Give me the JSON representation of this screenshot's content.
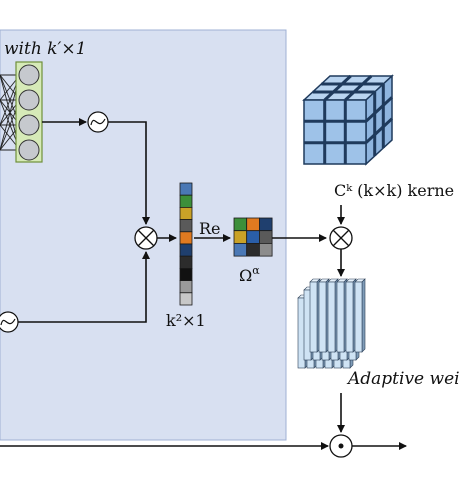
{
  "colors": {
    "panel": "#d8e0f1",
    "panel_border": "#9fb0d4",
    "mlp_fill": "#d6eab8",
    "mlp_border": "#6f8f3a",
    "neuron_fill": "#c6c9ce",
    "cube_face": "#9ec2e8",
    "cube_grid": "#1f3a5c",
    "weight_bar": "#cfe3f4",
    "weight_dark": "#7f9cb8"
  },
  "labels": {
    "mlp_title": "with k′×1",
    "reshape": "Re",
    "vector_dim": "k²×1",
    "omega": "Ω",
    "omega_sup": "α",
    "kernel_label": "Cᵏ (k×k) kerne",
    "adaptive_label": "Adaptive wei"
  },
  "symbols": {
    "multiply": "⊗",
    "dot": "⊙",
    "activation": "∿"
  },
  "vector_colors": [
    "#4a78b5",
    "#3c8f3a",
    "#c9a227",
    "#5a5a5a",
    "#e07a20",
    "#1f3f6e",
    "#2c2c2c",
    "#111111",
    "#9a9a9a",
    "#c8c8c8"
  ],
  "omega_colors": [
    "#3c8f3a",
    "#e07a20",
    "#1f3f6e",
    "#c9a227",
    "#2a5ea8",
    "#5a5a5a",
    "#4a78b5",
    "#2c2c2c",
    "#8c8c8c"
  ]
}
